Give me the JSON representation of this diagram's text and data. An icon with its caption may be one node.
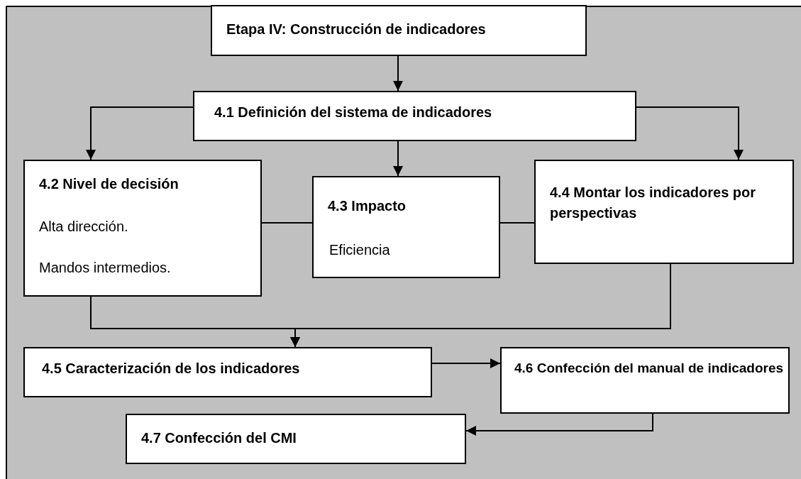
{
  "diagram": {
    "nodes": [
      {
        "text": [
          "Etapa IV: Construcción de indicadores"
        ]
      },
      {
        "text": [
          "4.1 Definición del sistema de indicadores"
        ]
      },
      {
        "text": [
          "4.2 Nivel de decisión",
          "Alta dirección.",
          "Mandos intermedios."
        ]
      },
      {
        "text": [
          "4.3  Impacto",
          "Eficiencia"
        ]
      },
      {
        "text": [
          "4.4 Montar los indicadores por perspectivas"
        ]
      },
      {
        "text": [
          "4.5 Caracterización de los indicadores"
        ]
      },
      {
        "text": [
          "4.6 Confección del manual de indicadores"
        ]
      },
      {
        "text": [
          "4.7 Confección del CMI"
        ]
      }
    ],
    "edges": [
      {
        "from": 0,
        "to": 1,
        "arrow": "to"
      },
      {
        "from": 1,
        "to": 2,
        "arrow": "to"
      },
      {
        "from": 1,
        "to": 3,
        "arrow": "to"
      },
      {
        "from": 1,
        "to": 4,
        "arrow": "to"
      },
      {
        "from": 2,
        "to": 3,
        "arrow": "none"
      },
      {
        "from": 3,
        "to": 4,
        "arrow": "none"
      },
      {
        "from": 2,
        "to": 5,
        "arrow": "to"
      },
      {
        "from": 4,
        "to": 5,
        "arrow": "to"
      },
      {
        "from": 5,
        "to": 6,
        "arrow": "to"
      },
      {
        "from": 6,
        "to": 7,
        "arrow": "to"
      }
    ]
  }
}
